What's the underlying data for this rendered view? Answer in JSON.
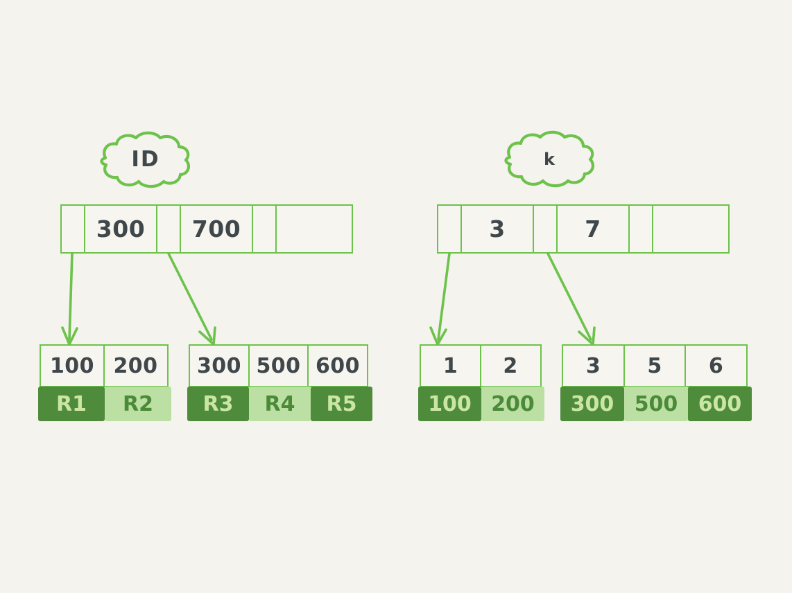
{
  "diagram": {
    "title": "b-plus-tree-secondary-index",
    "background_color": "#f4f3ed",
    "stroke_color": "#6cc24a",
    "text_color": "#3f474a",
    "record_dark_color": "#4e8c3c",
    "record_light_color": "#bcdfa3"
  },
  "trees": [
    {
      "name": "id-tree",
      "cloud_label": "ID",
      "root": {
        "keys": [
          "300",
          "700"
        ],
        "pointers": [
          "",
          "",
          ""
        ],
        "trailing_cell": ""
      },
      "leaves": [
        {
          "name": "leaf-1",
          "keys": [
            "100",
            "200"
          ],
          "records": [
            {
              "label": "R1",
              "shade": "dark"
            },
            {
              "label": "R2",
              "shade": "light"
            }
          ]
        },
        {
          "name": "leaf-2",
          "keys": [
            "300",
            "500",
            "600"
          ],
          "records": [
            {
              "label": "R3",
              "shade": "dark"
            },
            {
              "label": "R4",
              "shade": "light"
            },
            {
              "label": "R5",
              "shade": "dark"
            }
          ]
        }
      ]
    },
    {
      "name": "k-tree",
      "cloud_label": "k",
      "root": {
        "keys": [
          "3",
          "7"
        ],
        "pointers": [
          "",
          "",
          ""
        ],
        "trailing_cell": ""
      },
      "leaves": [
        {
          "name": "leaf-3",
          "keys": [
            "1",
            "2"
          ],
          "records": [
            {
              "label": "100",
              "shade": "dark"
            },
            {
              "label": "200",
              "shade": "light"
            }
          ]
        },
        {
          "name": "leaf-4",
          "keys": [
            "3",
            "5",
            "6"
          ],
          "records": [
            {
              "label": "300",
              "shade": "dark"
            },
            {
              "label": "500",
              "shade": "light"
            },
            {
              "label": "600",
              "shade": "dark"
            }
          ]
        }
      ]
    }
  ]
}
